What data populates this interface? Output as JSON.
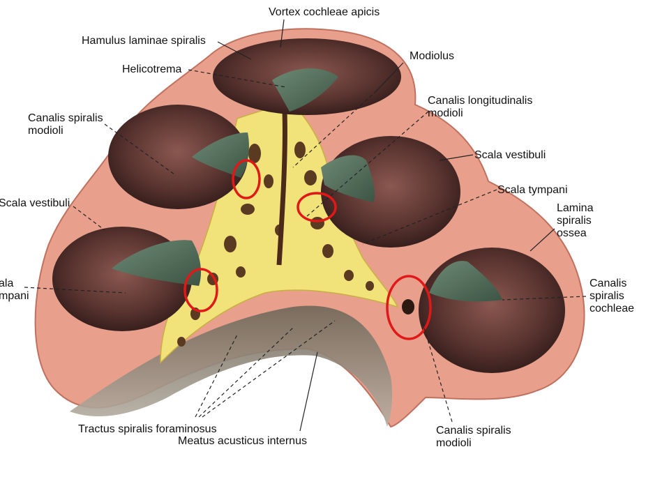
{
  "labels": {
    "vortex": "Vortex cochleae apicis",
    "hamulus": "Hamulus laminae spiralis",
    "modiolus": "Modiolus",
    "helicotrema": "Helicotrema",
    "canalis_longitudinalis": [
      "Canalis longitudinalis",
      "modioli"
    ],
    "canalis_spiralis_left": [
      "Canalis spiralis",
      "modioli"
    ],
    "scala_vestibuli_right": "Scala vestibuli",
    "scala_tympani_right": "Scala tympani",
    "scala_vestibuli_left": "Scala vestibuli",
    "lamina": [
      "Lamina",
      "spiralis",
      "ossea"
    ],
    "scala_tympani_left": [
      "ala",
      "mpani"
    ],
    "canalis_spiralis_cochleae": [
      "Canalis",
      "spiralis",
      "cochleae"
    ],
    "tractus": "Tractus spiralis foraminosus",
    "meatus": "Meatus acusticus internus",
    "canalis_spiralis_bottom": [
      "Canalis spiralis",
      "modioli"
    ]
  },
  "colors": {
    "bone_wall": "#e8a08c",
    "bone_outline": "#c0705e",
    "chamber": "#4a2a26",
    "chamber_light": "#8a5850",
    "modiolus_bone": "#f2e27a",
    "membrane": "#4f6a58",
    "meatus_gray": "#9c9284",
    "highlight_circle": "#e01818",
    "leader_line": "#222222"
  }
}
